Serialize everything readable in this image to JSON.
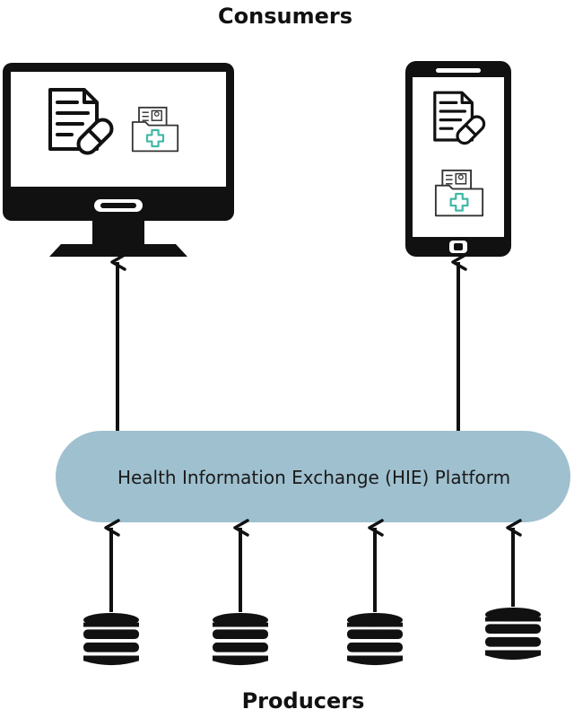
{
  "diagram": {
    "consumers_label": "Consumers",
    "producers_label": "Producers",
    "platform_label": "Health Information Exchange (HIE) Platform"
  },
  "colors": {
    "platform_fill": "#9fc0cf",
    "ink": "#111111",
    "medical_cross": "#3fb8a6",
    "screen_fill": "#ffffff"
  },
  "icons": {
    "desktop": "desktop-monitor-icon",
    "phone": "smartphone-icon",
    "document": "prescription-document-icon",
    "folder": "medical-folder-icon",
    "database": "database-icon"
  }
}
